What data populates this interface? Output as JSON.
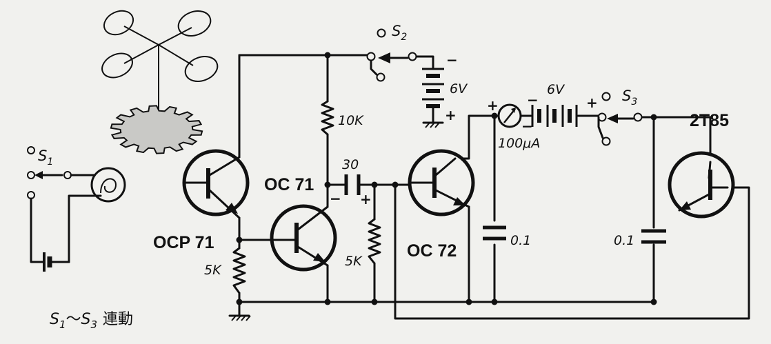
{
  "switches": {
    "s1": {
      "letter": "S",
      "sub": "1"
    },
    "s2": {
      "letter": "S",
      "sub": "2"
    },
    "s3": {
      "letter": "S",
      "sub": "3"
    }
  },
  "transistors": {
    "q1": "OCP 71",
    "q2": "OC 71",
    "q3": "OC 72",
    "q4": "2T85"
  },
  "resistors": {
    "r_emitter": "5K",
    "r_collector": "10K",
    "r_base": "5K"
  },
  "capacitors": {
    "coupling": "30",
    "c1": "0.1",
    "c2": "0.1"
  },
  "batteries": {
    "b1": "6V",
    "b2": "6V"
  },
  "meter": {
    "label": "100μA"
  },
  "note": {
    "s_letter": "S",
    "s_first_sub": "1",
    "tilde": "～",
    "s_last_sub": "3",
    "text": "連動"
  }
}
